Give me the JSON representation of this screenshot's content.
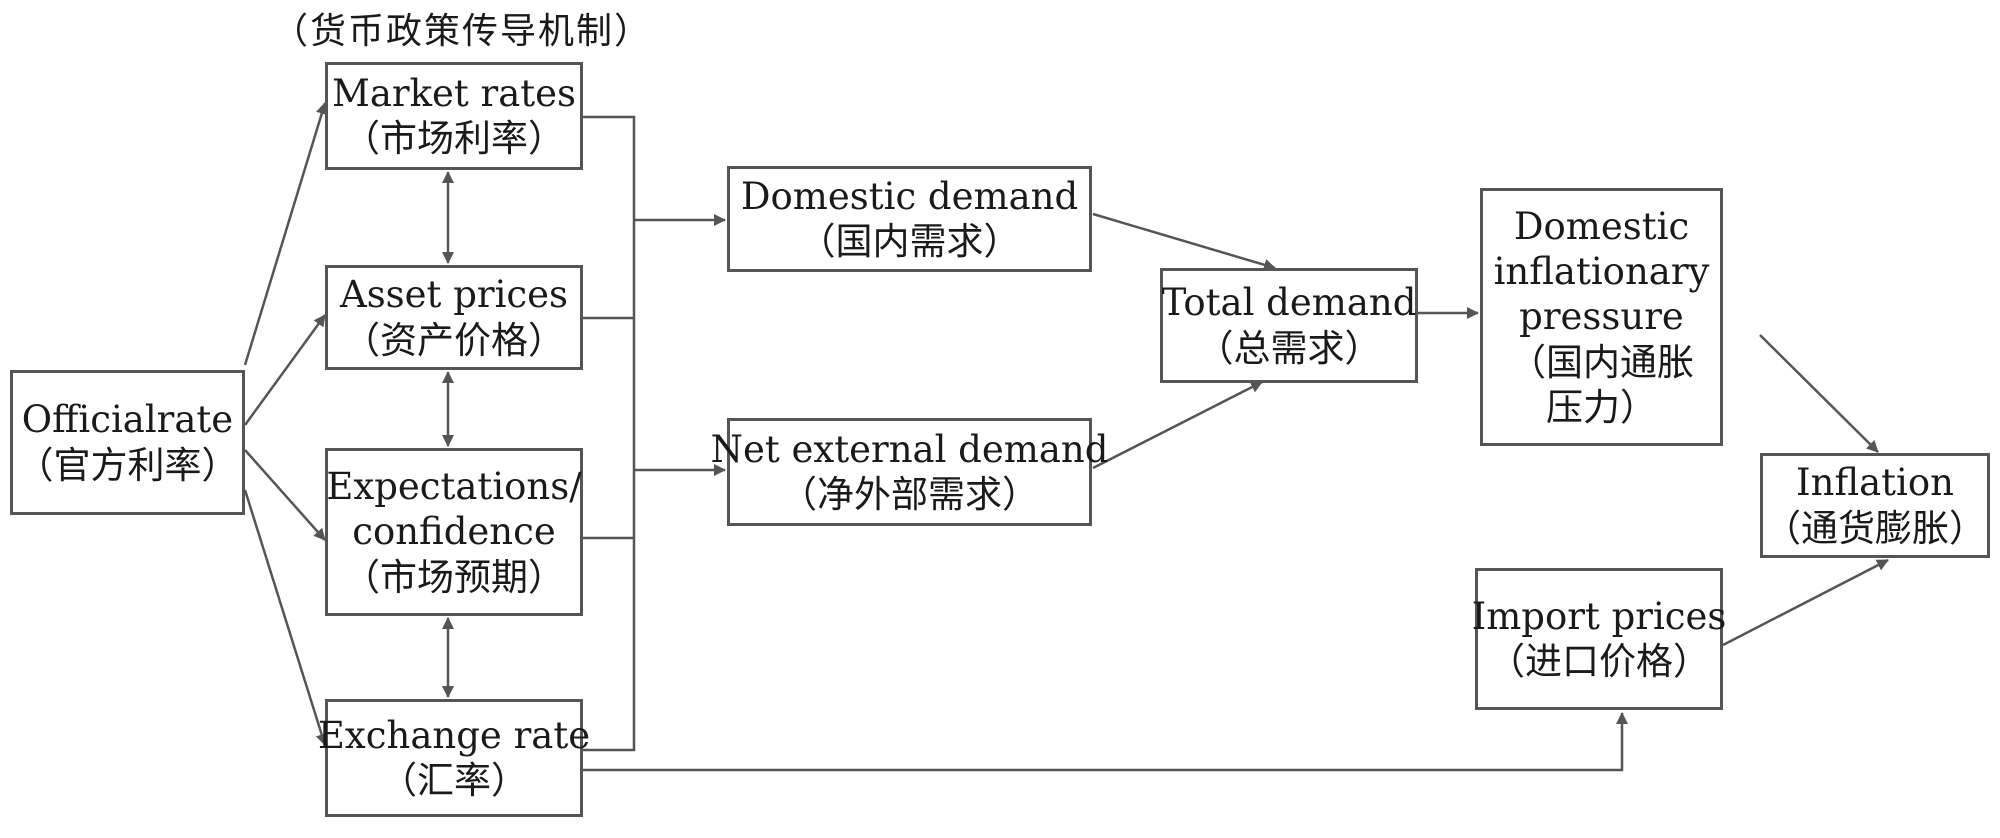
{
  "diagram": {
    "title": "（货币政策传导机制）",
    "nodes": {
      "official_rate": {
        "en": "Officialrate",
        "zh": "（官方利率）"
      },
      "market_rates": {
        "en": "Market rates",
        "zh": "（市场利率）"
      },
      "asset_prices": {
        "en": "Asset prices",
        "zh": "（资产价格）"
      },
      "expectations": {
        "en1": "Expectations/",
        "en2": "confidence",
        "zh": "（市场预期）"
      },
      "exchange_rate": {
        "en": "Exchange rate",
        "zh": "（汇率）"
      },
      "domestic_demand": {
        "en": "Domestic demand",
        "zh": "（国内需求）"
      },
      "net_external_demand": {
        "en": "Net external demand",
        "zh": "（净外部需求）"
      },
      "total_demand": {
        "en": "Total demand",
        "zh": "（总需求）"
      },
      "domestic_inflationary_pressure": {
        "en1": "Domestic",
        "en2": "inflationary",
        "en3": "pressure",
        "zh1": "（国内通胀",
        "zh2": "压力）"
      },
      "inflation": {
        "en": "Inflation",
        "zh": "（通货膨胀）"
      },
      "import_prices": {
        "en": "Import prices",
        "zh": "（进口价格）"
      }
    }
  }
}
